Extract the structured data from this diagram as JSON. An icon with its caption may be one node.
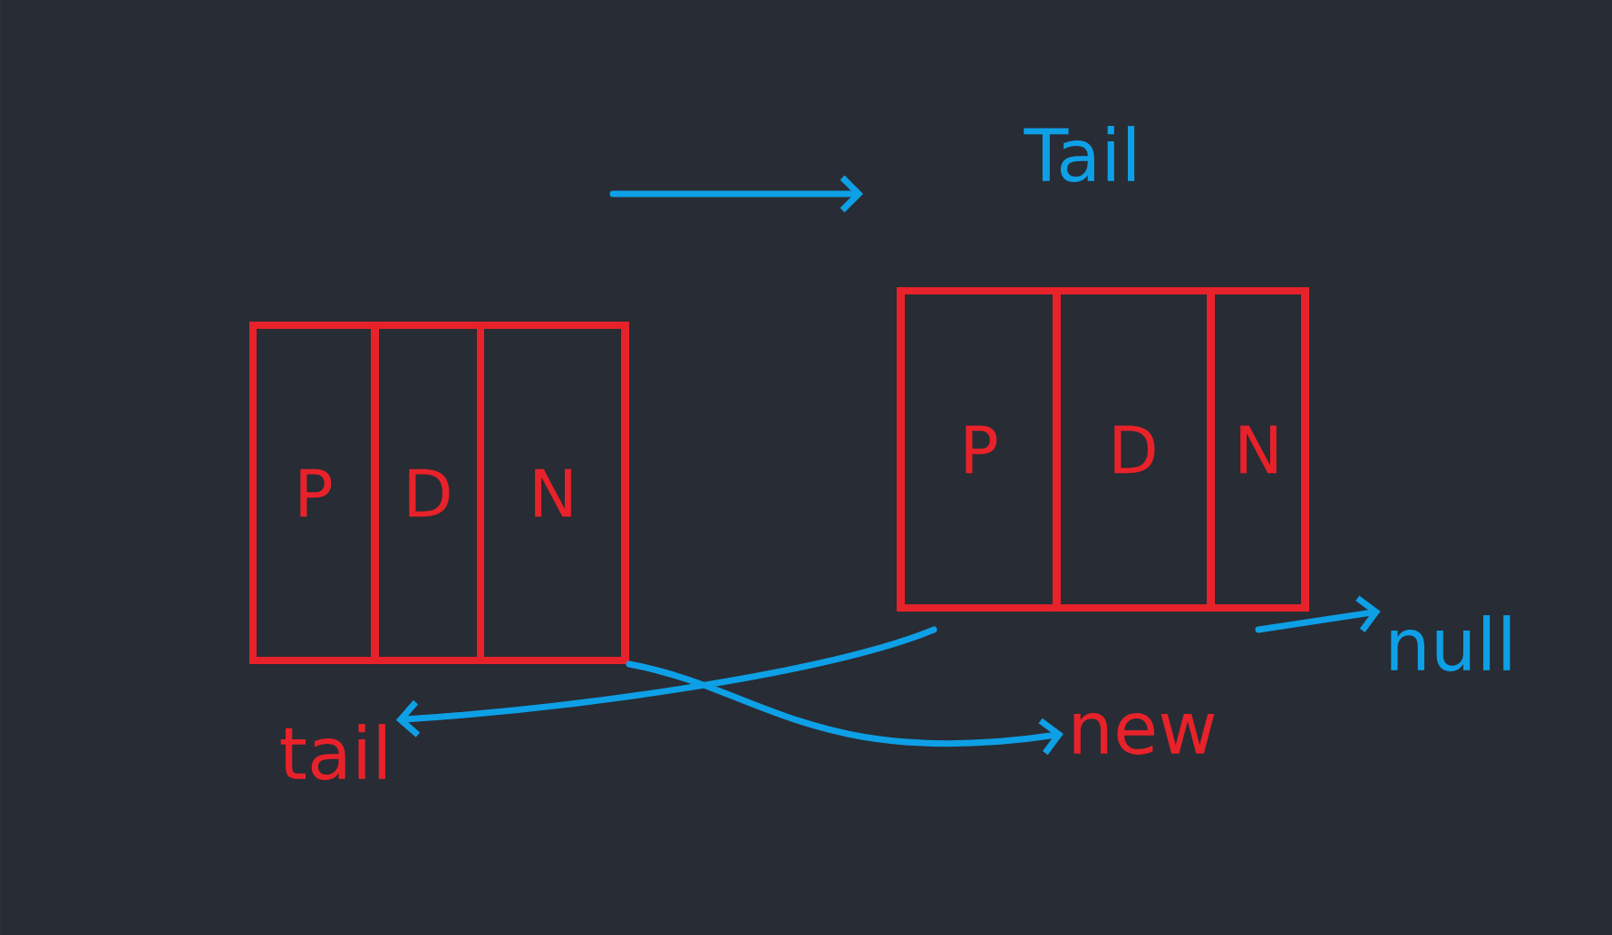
{
  "diagram": {
    "nodes": [
      {
        "text": [],
        "shape": "box"
      },
      {
        "text": [
          "P"
        ],
        "in": 0
      },
      {
        "text": [
          "D"
        ],
        "in": 0
      },
      {
        "text": [
          "N"
        ],
        "in": 0
      },
      {
        "text": [],
        "shape": "box"
      },
      {
        "text": [
          "P"
        ],
        "in": 4
      },
      {
        "text": [
          "D"
        ],
        "in": 4
      },
      {
        "text": [
          "N"
        ],
        "in": 4
      },
      {
        "text": [
          "Tail"
        ]
      },
      {
        "text": [
          "tail"
        ]
      },
      {
        "text": [
          "new"
        ]
      },
      {
        "text": [
          "null"
        ]
      }
    ],
    "edges": [
      {
        "from": 3,
        "to": 10,
        "arrow": "to"
      },
      {
        "from": 5,
        "to": 9,
        "arrow": "to"
      },
      {
        "from": 7,
        "to": 11,
        "arrow": "to"
      }
    ]
  }
}
